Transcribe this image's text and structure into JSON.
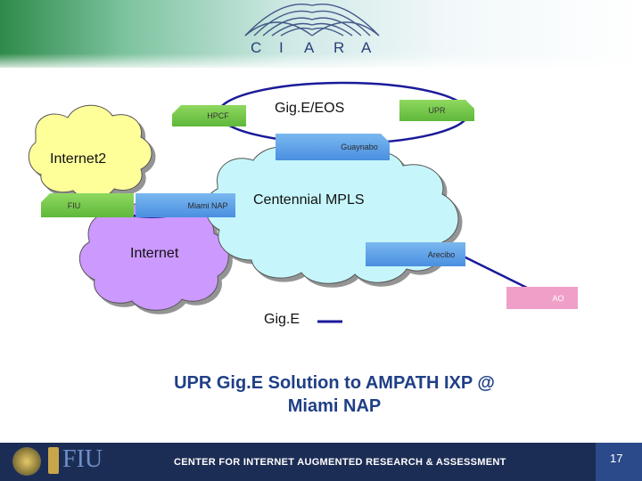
{
  "header": {
    "logo_letters": [
      "C",
      "I",
      "A",
      "R",
      "A"
    ],
    "colors": {
      "band_green": "#2e8a4a",
      "logo_blue": "#2a3f7a"
    }
  },
  "diagram": {
    "ring_label": "Gig.E/EOS",
    "clouds": {
      "internet2": "Internet2",
      "internet": "Internet",
      "mpls": "Centennial MPLS"
    },
    "nodes": {
      "hpcf": "HPCF",
      "upr": "UPR",
      "guaynabo": "Guaynabo",
      "fiu": "FIU",
      "miami_nap": "Miami NAP",
      "arecibo": "Arecibo",
      "ao": "AO"
    },
    "legend_label": "Gig.E",
    "colors": {
      "link": "#1a1a9a",
      "cloud_yellow": "#ffff9a",
      "cloud_purple": "#cc99ff",
      "cloud_cyan": "#c6f6fb",
      "node_green": "#6cc444",
      "node_blue": "#5aa0e8",
      "node_pink": "#f0a0c8"
    }
  },
  "caption": {
    "line1": "UPR Gig.E Solution to AMPATH IXP @",
    "line2": "Miami NAP"
  },
  "footer": {
    "org_text": "CENTER FOR INTERNET AUGMENTED RESEARCH & ASSESSMENT",
    "fiu_logo_text": "FIU",
    "page_number": "17"
  }
}
